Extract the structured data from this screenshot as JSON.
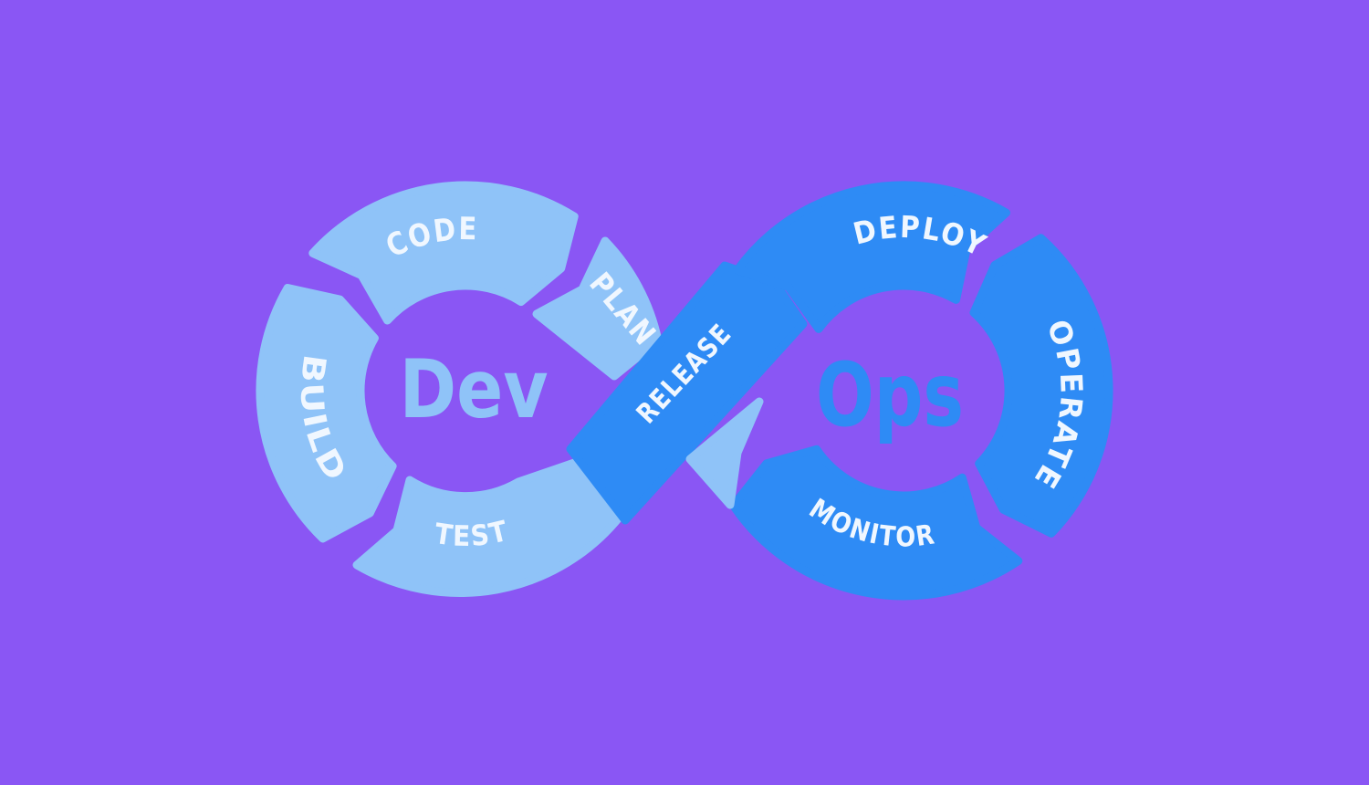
{
  "diagram": {
    "dev_title": "Dev",
    "ops_title": "Ops",
    "dev_loop": {
      "code": "CODE",
      "plan": "PLAN",
      "build": "BUILD",
      "test": "TEST"
    },
    "crossover": {
      "release": "RELEASE"
    },
    "ops_loop": {
      "deploy": "DEPLOY",
      "operate": "OPERATE",
      "monitor": "MONITOR"
    },
    "colors": {
      "background": "#8A56F4",
      "dev_loop": "#8FC3F8",
      "ops_loop": "#2E8BF5",
      "label_text": "#F0F7FF"
    }
  }
}
